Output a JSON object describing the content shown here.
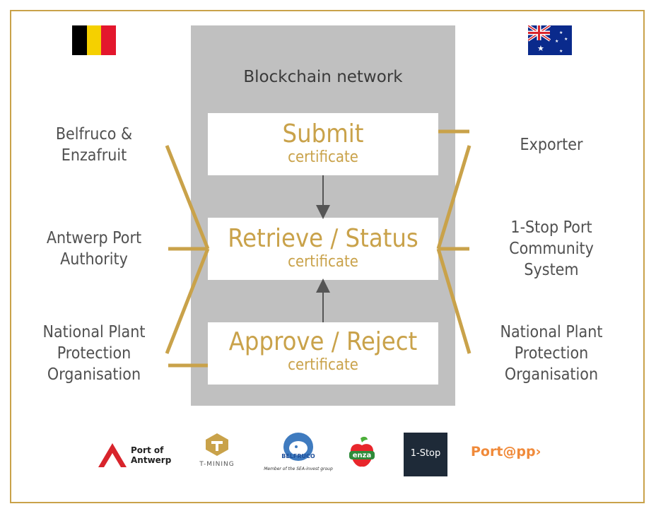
{
  "network": {
    "title": "Blockchain network"
  },
  "steps": [
    {
      "action": "Submit",
      "object": "certificate"
    },
    {
      "action": "Retrieve / Status",
      "object": "certificate"
    },
    {
      "action": "Approve / Reject",
      "object": "certificate"
    }
  ],
  "left_parties": [
    "Belfruco & Enzafruit",
    "Antwerp Port Authority",
    "National Plant Protection Organisation"
  ],
  "right_parties": [
    "Exporter",
    "1-Stop Port Community System",
    "National Plant Protection Organisation"
  ],
  "flags": {
    "left": "belgium-flag",
    "right": "australia-flag"
  },
  "logos": {
    "port_of_antwerp": "Port of\nAntwerp",
    "t_mining": "T-MINING",
    "belfruco": "BELFRUCO",
    "belfruco_tagline": "Member of the SEA-invest group",
    "enza": "enza",
    "one_stop": "1-Stop",
    "portapp": "Port@pp›"
  },
  "colors": {
    "accent": "#c9a24a",
    "network_bg": "#c0c0c0",
    "text": "#505050",
    "border": "#c9a24a"
  }
}
